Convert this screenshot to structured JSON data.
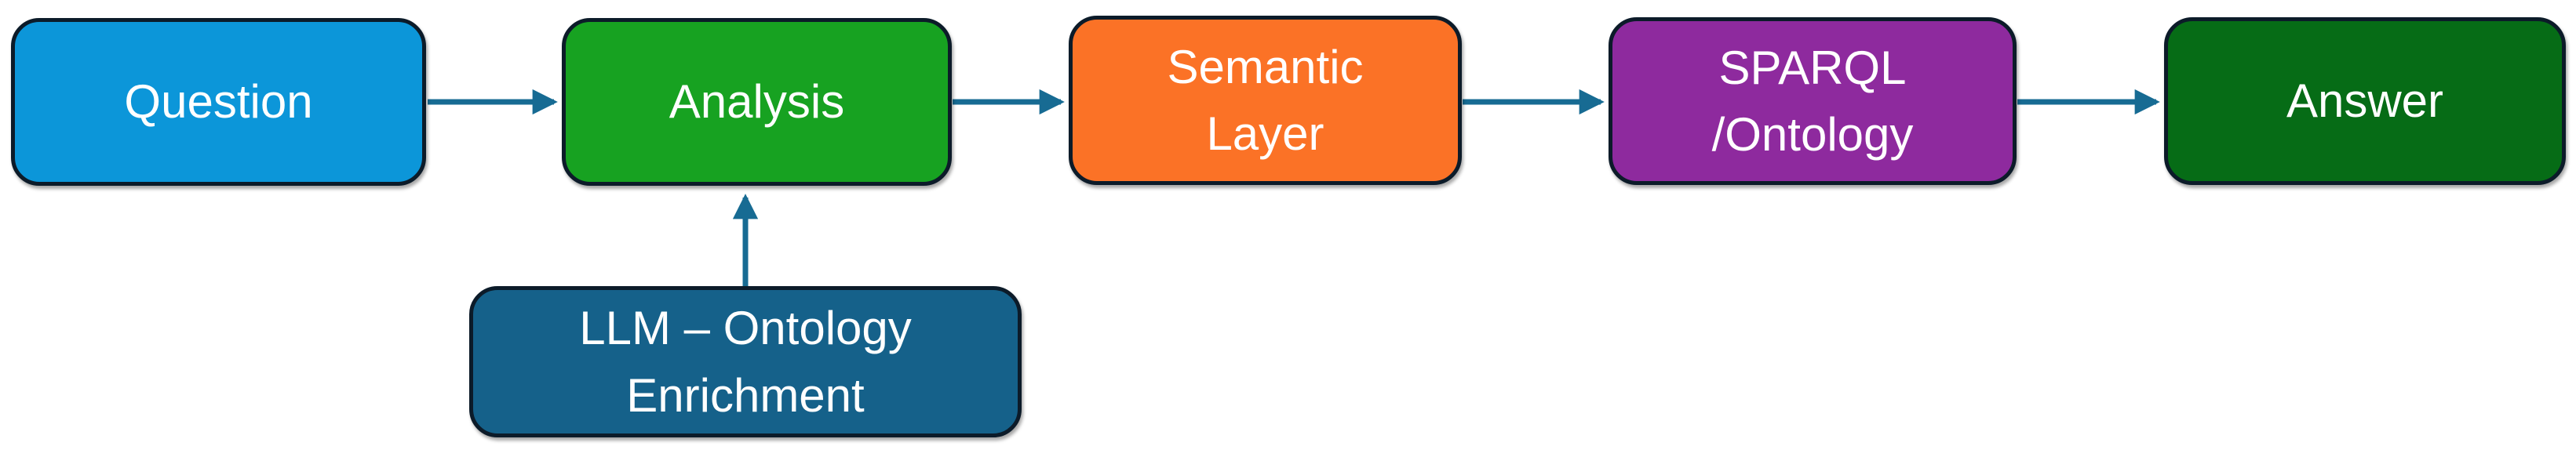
{
  "diagram": {
    "type": "flowchart",
    "background_color": "#ffffff",
    "arrow_color": "#176b93",
    "border_color": "#0c1b29",
    "text_color": "#ffffff",
    "nodes": [
      {
        "id": "question",
        "label": "Question",
        "color": "#0c96d9"
      },
      {
        "id": "analysis",
        "label": "Analysis",
        "color": "#17a221"
      },
      {
        "id": "semantic-layer",
        "label": "Semantic\nLayer",
        "color": "#fb7226"
      },
      {
        "id": "sparql-ontology",
        "label": "SPARQL\n/Ontology",
        "color": "#8e2a9e"
      },
      {
        "id": "answer",
        "label": "Answer",
        "color": "#066c16"
      },
      {
        "id": "llm-ontology-enrichment",
        "label": "LLM – Ontology\nEnrichment",
        "color": "#15618a"
      }
    ],
    "edges": [
      {
        "from": "question",
        "to": "analysis"
      },
      {
        "from": "analysis",
        "to": "semantic-layer"
      },
      {
        "from": "semantic-layer",
        "to": "sparql-ontology"
      },
      {
        "from": "sparql-ontology",
        "to": "answer"
      },
      {
        "from": "llm-ontology-enrichment",
        "to": "analysis"
      }
    ]
  }
}
